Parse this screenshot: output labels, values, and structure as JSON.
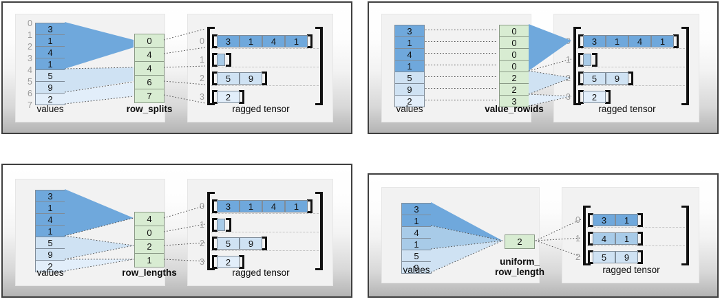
{
  "colors": {
    "blue_dark": "#6fa8dc",
    "blue_mid": "#a8cbe8",
    "blue_light": "#cfe2f3",
    "blue_lightest": "#e2eefa",
    "green": "#d8ecd2",
    "panel_border": "#3f3f3f",
    "label_gray": "#9a9a9a",
    "bracket": "#111111",
    "dotted": "#4d4d4d"
  },
  "panels": [
    {
      "id": "row_splits",
      "values_caption": "values",
      "encoding_caption": "row_splits",
      "tensor_caption": "ragged tensor",
      "values": [
        3,
        1,
        4,
        1,
        5,
        9,
        2
      ],
      "value_shades": [
        "blue_dark",
        "blue_dark",
        "blue_dark",
        "blue_dark",
        "blue_light",
        "blue_light",
        "blue_lightest"
      ],
      "value_indices": [
        0,
        1,
        2,
        3,
        4,
        5,
        6,
        7
      ],
      "show_value_indices": true,
      "encoding_values": [
        0,
        4,
        4,
        6,
        7
      ],
      "tensor_rows": [
        {
          "label": "0",
          "cells": [
            3,
            1,
            4,
            1
          ],
          "shade": "blue_dark"
        },
        {
          "label": "1",
          "cells": [],
          "shade": "blue_mid"
        },
        {
          "label": "2",
          "cells": [
            5,
            9
          ],
          "shade": "blue_light"
        },
        {
          "label": "3",
          "cells": [
            2
          ],
          "shade": "blue_lightest"
        }
      ]
    },
    {
      "id": "value_rowids",
      "values_caption": "values",
      "encoding_caption": "value_rowids",
      "tensor_caption": "ragged tensor",
      "values": [
        3,
        1,
        4,
        1,
        5,
        9,
        2
      ],
      "value_shades": [
        "blue_dark",
        "blue_dark",
        "blue_dark",
        "blue_dark",
        "blue_light",
        "blue_light",
        "blue_lightest"
      ],
      "value_indices": [],
      "show_value_indices": false,
      "encoding_values": [
        0,
        0,
        0,
        0,
        2,
        2,
        3
      ],
      "tensor_rows": [
        {
          "label": "0",
          "cells": [
            3,
            1,
            4,
            1
          ],
          "shade": "blue_dark"
        },
        {
          "label": "1",
          "cells": [],
          "shade": "blue_mid"
        },
        {
          "label": "2",
          "cells": [
            5,
            9
          ],
          "shade": "blue_light"
        },
        {
          "label": "3",
          "cells": [
            2
          ],
          "shade": "blue_lightest"
        }
      ]
    },
    {
      "id": "row_lengths",
      "values_caption": "values",
      "encoding_caption": "row_lengths",
      "tensor_caption": "ragged tensor",
      "values": [
        3,
        1,
        4,
        1,
        5,
        9,
        2
      ],
      "value_shades": [
        "blue_dark",
        "blue_dark",
        "blue_dark",
        "blue_dark",
        "blue_light",
        "blue_light",
        "blue_lightest"
      ],
      "value_indices": [],
      "show_value_indices": false,
      "encoding_values": [
        4,
        0,
        2,
        1
      ],
      "tensor_rows": [
        {
          "label": "0",
          "cells": [
            3,
            1,
            4,
            1
          ],
          "shade": "blue_dark"
        },
        {
          "label": "1",
          "cells": [],
          "shade": "blue_mid"
        },
        {
          "label": "2",
          "cells": [
            5,
            9
          ],
          "shade": "blue_light"
        },
        {
          "label": "3",
          "cells": [
            2
          ],
          "shade": "blue_lightest"
        }
      ]
    },
    {
      "id": "uniform_row_length",
      "values_caption": "values",
      "encoding_caption": "uniform_\nrow_length",
      "tensor_caption": "ragged tensor",
      "values": [
        3,
        1,
        4,
        1,
        5,
        9
      ],
      "value_shades": [
        "blue_dark",
        "blue_dark",
        "blue_mid",
        "blue_mid",
        "blue_light",
        "blue_light"
      ],
      "value_indices": [],
      "show_value_indices": false,
      "encoding_values": [
        2
      ],
      "tensor_rows": [
        {
          "label": "0",
          "cells": [
            3,
            1
          ],
          "shade": "blue_dark"
        },
        {
          "label": "1",
          "cells": [
            4,
            1
          ],
          "shade": "blue_mid"
        },
        {
          "label": "2",
          "cells": [
            5,
            9
          ],
          "shade": "blue_light"
        }
      ]
    }
  ]
}
